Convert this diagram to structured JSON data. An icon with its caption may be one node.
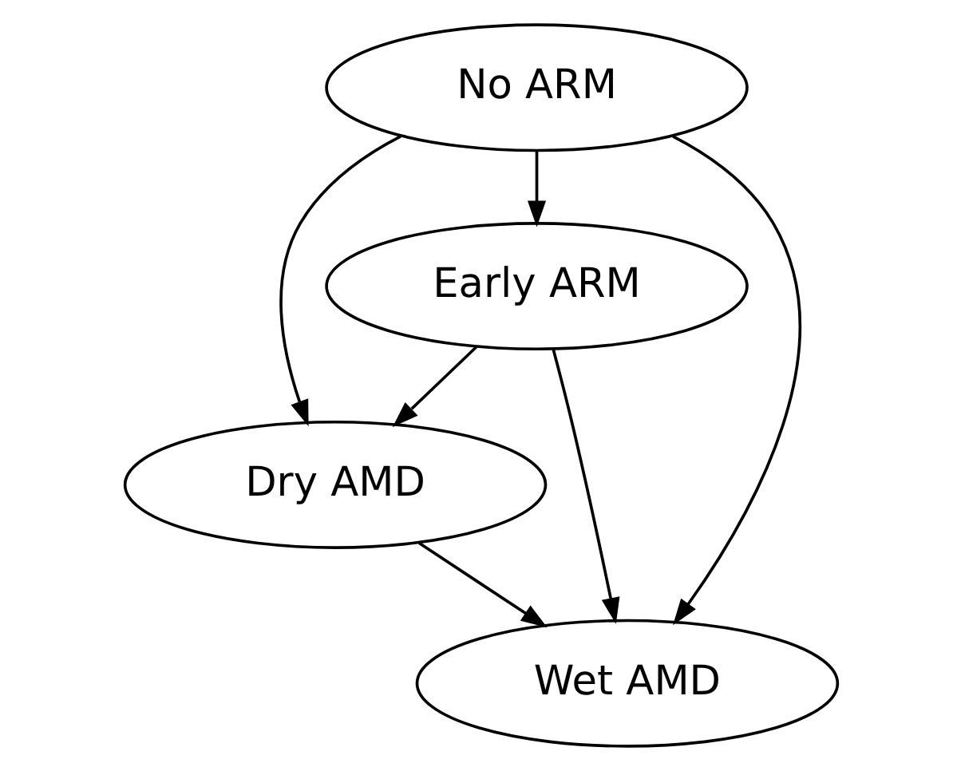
{
  "diagram": {
    "nodes": [
      {
        "text": [
          "No ARM"
        ]
      },
      {
        "text": [
          "Early ARM"
        ]
      },
      {
        "text": [
          "Dry AMD"
        ]
      },
      {
        "text": [
          "Wet AMD"
        ]
      }
    ],
    "edges": [
      {
        "from": 0,
        "to": 1,
        "arrow": "to"
      },
      {
        "from": 0,
        "to": 2,
        "arrow": "to"
      },
      {
        "from": 0,
        "to": 3,
        "arrow": "to"
      },
      {
        "from": 1,
        "to": 2,
        "arrow": "to"
      },
      {
        "from": 1,
        "to": 3,
        "arrow": "to"
      },
      {
        "from": 2,
        "to": 3,
        "arrow": "to"
      }
    ]
  }
}
